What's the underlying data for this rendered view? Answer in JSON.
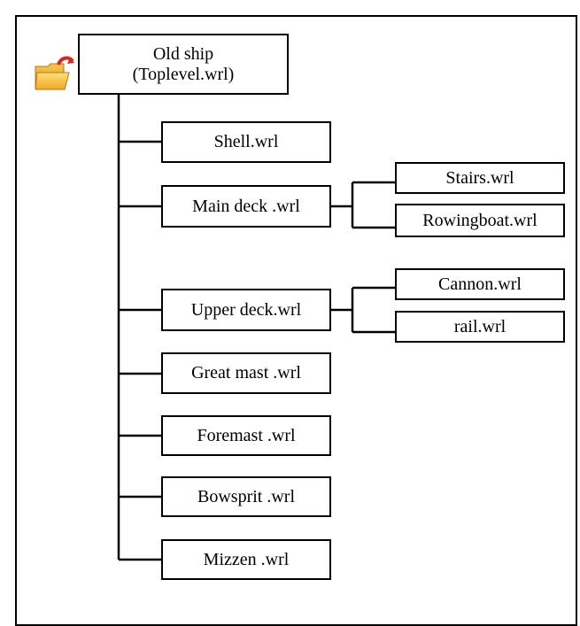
{
  "diagram": {
    "root": {
      "line1": "Old ship",
      "line2": "(Toplevel.wrl)",
      "icon": "folder-icon"
    },
    "nodes": {
      "shell": "Shell.wrl",
      "main_deck": "Main deck .wrl",
      "stairs": "Stairs.wrl",
      "rowingboat": "Rowingboat.wrl",
      "upper_deck": "Upper deck.wrl",
      "cannon": "Cannon.wrl",
      "rail": "rail.wrl",
      "great_mast": "Great mast .wrl",
      "foremast": "Foremast .wrl",
      "bowsprit": "Bowsprit .wrl",
      "mizzen": "Mizzen .wrl"
    }
  }
}
